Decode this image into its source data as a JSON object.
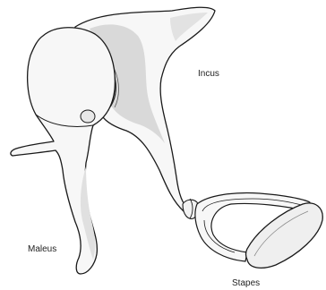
{
  "labels": {
    "incus": "Incus",
    "malleus": "Maleus",
    "stapes": "Stapes"
  },
  "colors": {
    "bone_fill": "#f7f7f7",
    "bone_shade": "#d4d4d4",
    "outline": "#1a1a1a",
    "background": "#ffffff"
  }
}
